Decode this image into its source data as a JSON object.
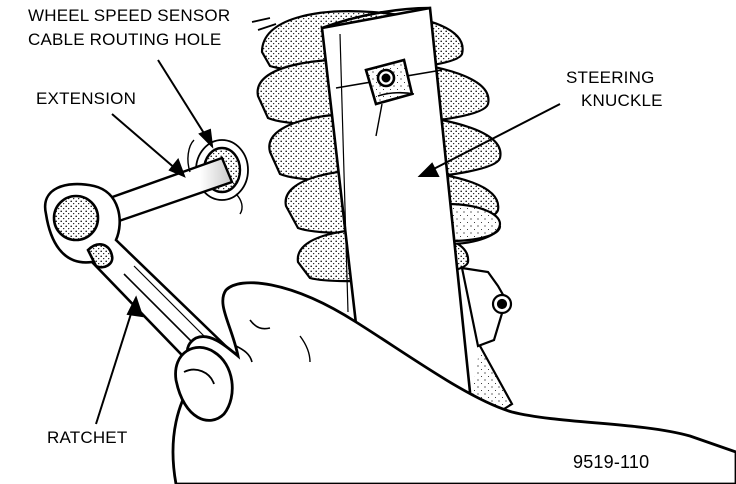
{
  "labels": {
    "wheel_speed_sensor_line1": "WHEEL SPEED SENSOR",
    "wheel_speed_sensor_line2": "CABLE ROUTING HOLE",
    "extension": "EXTENSION",
    "steering_knuckle_line1": "STEERING",
    "steering_knuckle_line2": "KNUCKLE",
    "ratchet": "RATCHET"
  },
  "figure_number": "9519-110",
  "colors": {
    "ink": "#000000",
    "paper": "#ffffff",
    "shade": "#b0b0b0"
  }
}
